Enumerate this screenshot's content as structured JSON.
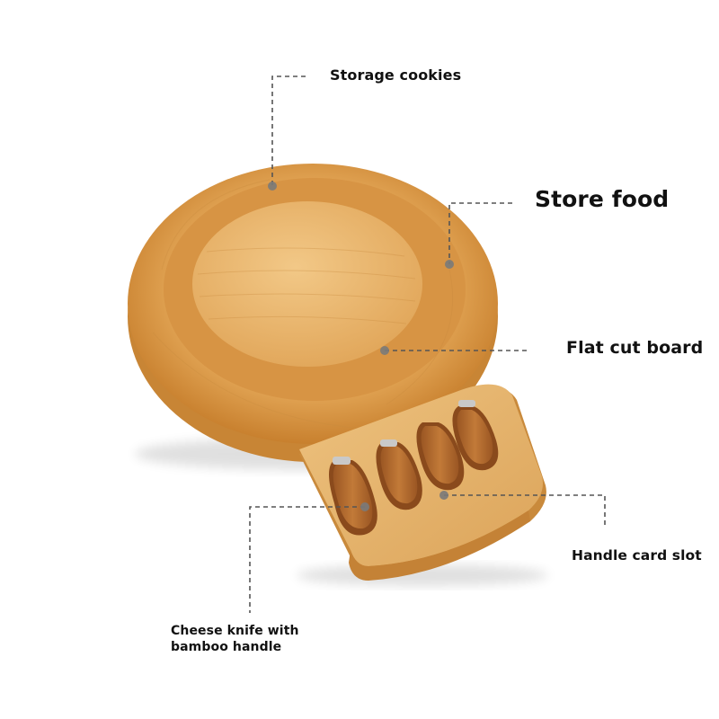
{
  "image": {
    "subject": "round bamboo cheese board with pull-out drawer holding cheese knives",
    "background": "#ffffff",
    "wood_colors": {
      "light": "#e8b46a",
      "mid": "#d9953f",
      "dark": "#b86f28",
      "handle": "#b0692c"
    },
    "leader_line_color": "#555555",
    "marker_color": "#7a7a7a"
  },
  "callouts": [
    {
      "id": "storage",
      "label": "Storage cookies"
    },
    {
      "id": "food",
      "label": "Store food"
    },
    {
      "id": "flat",
      "label": "Flat cut board"
    },
    {
      "id": "slot",
      "label": "Handle card slot"
    },
    {
      "id": "knife",
      "label_line1": "Cheese knife with",
      "label_line2": "bamboo handle"
    }
  ],
  "knives": {
    "count": 4
  }
}
